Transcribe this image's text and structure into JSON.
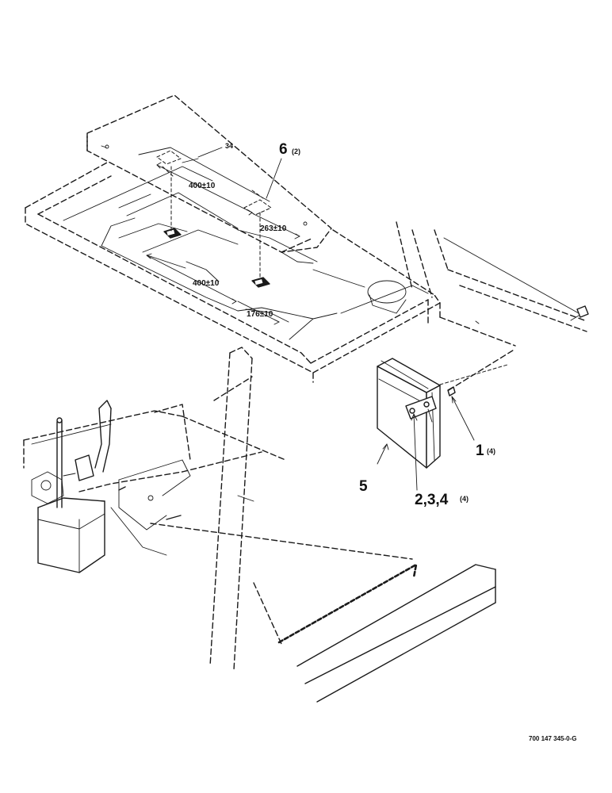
{
  "callouts": {
    "item_6": {
      "number": "6",
      "qty": "(2)"
    },
    "item_1": {
      "number": "1",
      "qty": "(4)"
    },
    "item_5": {
      "number": "5"
    },
    "item_234": {
      "number": "2,3,4",
      "qty": "(4)"
    },
    "item_34": {
      "number": "34"
    }
  },
  "dimensions": {
    "upper_span": "400±10",
    "upper_offset": "263±10",
    "lower_span": "400±10",
    "lower_offset": "176±10"
  },
  "drawing_number": "700 147 345-0-G"
}
